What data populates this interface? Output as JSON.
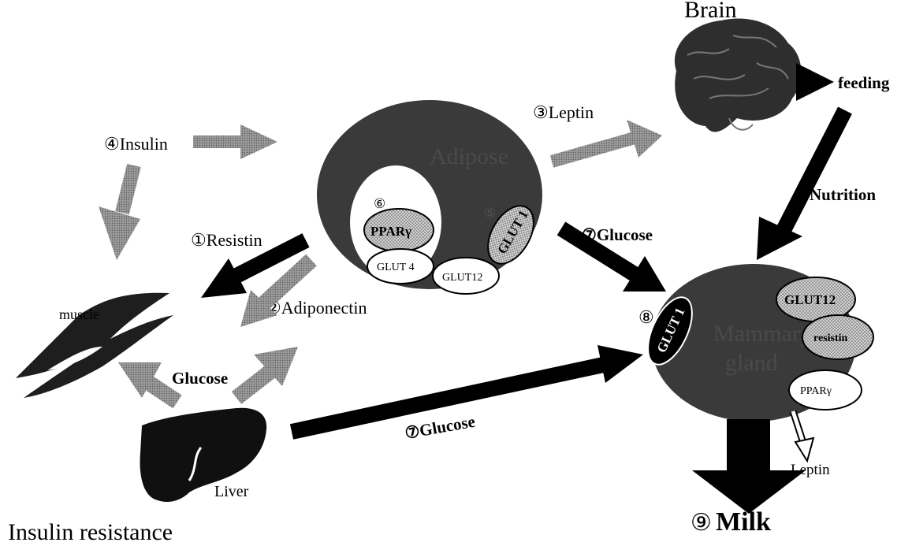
{
  "labels": {
    "brain": "Brain",
    "feeding": "feeding",
    "insulin": "④Insulin",
    "leptin_top": "③Leptin",
    "resistin_left": "①Resistin",
    "adiponectin": "②Adiponectin",
    "glucose_mid": "⑦Glucose",
    "glucose_bottom": "⑦Glucose",
    "glucose_liver": "Glucose",
    "nutrition": "Nutrition",
    "muscle": "muscle",
    "liver": "Liver",
    "insulin_resistance": "Insulin resistance",
    "milk_number": "⑨",
    "milk": "Milk",
    "leptin_milk": "Leptin"
  },
  "adipose": {
    "title": "Adipose",
    "number_pparg": "⑥",
    "number_glut1": "⑤",
    "pparg": "PPARγ",
    "glut1": "GLUT 1",
    "glut4": "GLUT 4",
    "glut12": "GLUT12"
  },
  "mammary": {
    "title_line1": "Mammary",
    "title_line2": "gland",
    "number_glut1": "⑧",
    "glut1": "GLUT 1",
    "glut12": "GLUT12",
    "resistin": "resistin",
    "pparg": "PPARγ"
  },
  "colors": {
    "dark_tissue": "#3a3a3a",
    "gray_arrow": "#8a8a8a",
    "black_arrow": "#000000",
    "dotted_fill": "#bdbdbd"
  }
}
